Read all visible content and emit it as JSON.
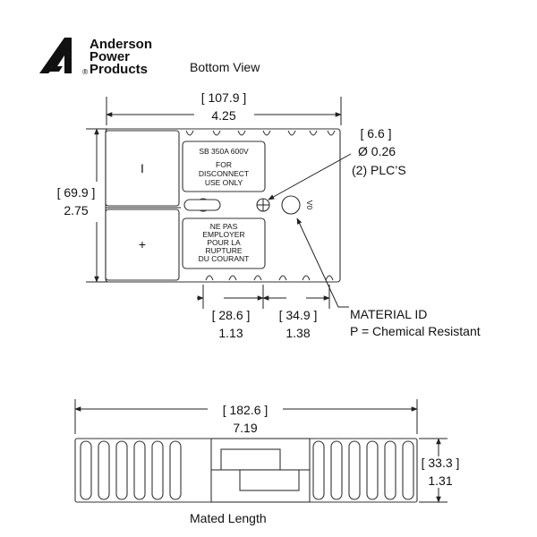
{
  "brand": {
    "line1": "Anderson",
    "line2": "Power",
    "line3": "Products",
    "registered_mark": "®"
  },
  "views": {
    "bottom_view_title": "Bottom View",
    "mated_length_title": "Mated Length"
  },
  "dimensions": {
    "width_mm": "[ 107.9 ]",
    "width_in": "4.25",
    "height_mm": "[ 69.9 ]",
    "height_in": "2.75",
    "hole_mm": "[ 6.6 ]",
    "hole_in": "Ø 0.26",
    "hole_qty": "(2) PLC’S",
    "spacing1_mm": "[ 28.6 ]",
    "spacing1_in": "1.13",
    "spacing2_mm": "[ 34.9 ]",
    "spacing2_in": "1.38",
    "mated_len_mm": "[ 182.6 ]",
    "mated_len_in": "7.19",
    "mated_h_mm": "[ 33.3 ]",
    "mated_h_in": "1.31"
  },
  "material": {
    "label": "MATERIAL ID",
    "value": "P = Chemical Resistant"
  },
  "connector_text": {
    "rating": "SB  350A 600V",
    "warn_en_1": "FOR",
    "warn_en_2": "DISCONNECT",
    "warn_en_3": "USE ONLY",
    "warn_fr_1": "NE PAS",
    "warn_fr_2": "EMPLOYER",
    "warn_fr_3": "POUR LA",
    "warn_fr_4": "RUPTURE",
    "warn_fr_5": "DU COURANT",
    "minus": "I",
    "plus": "+",
    "vo": "V0"
  }
}
